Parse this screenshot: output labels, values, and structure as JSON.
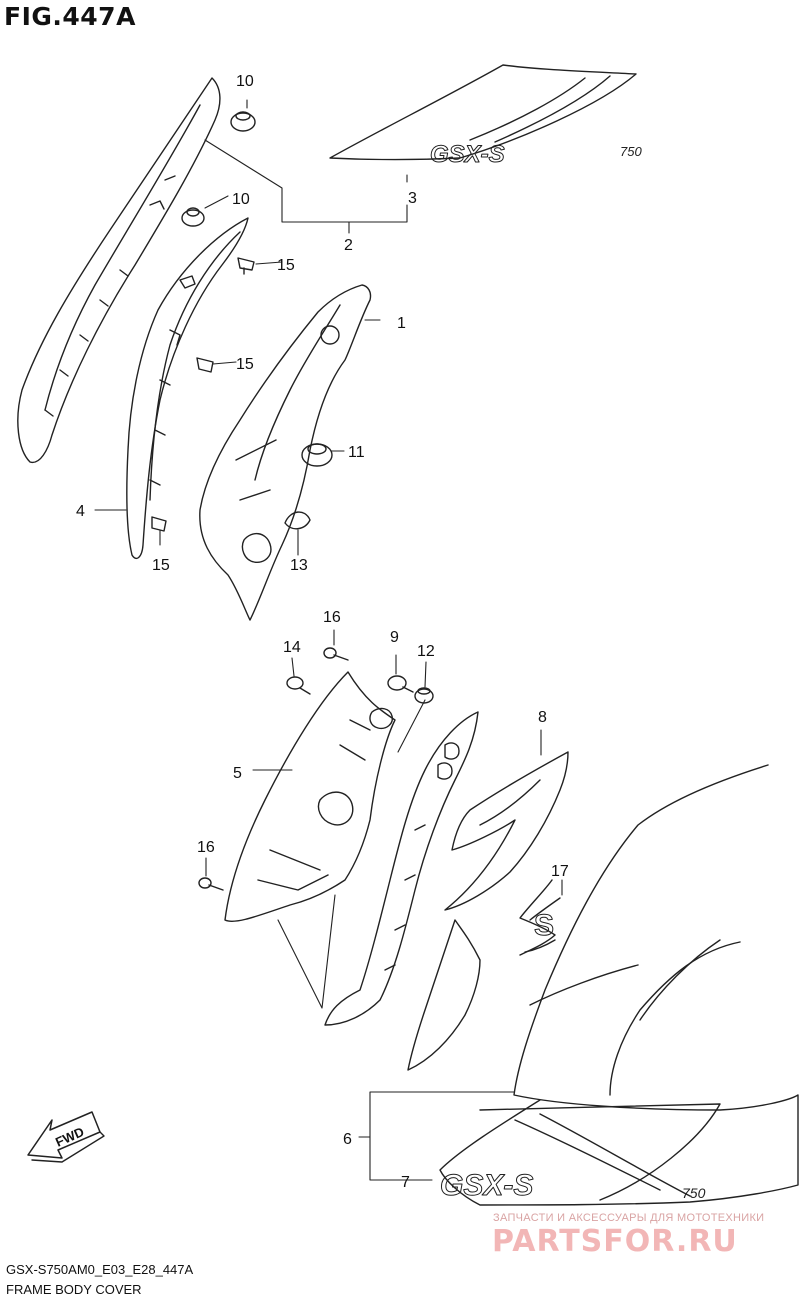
{
  "figure": {
    "title": "FIG.447A",
    "code": "GSX-S750AM0_E03_E28_447A",
    "caption": "FRAME BODY COVER"
  },
  "callouts": [
    "1",
    "2",
    "3",
    "4",
    "5",
    "6",
    "7",
    "8",
    "9",
    "10",
    "10",
    "11",
    "12",
    "13",
    "14",
    "15",
    "15",
    "15",
    "16",
    "16",
    "17"
  ],
  "decals": {
    "logo_text": "GSX-S",
    "model_number": "750",
    "emblem": "S"
  },
  "fwd_label": "FWD",
  "watermark": {
    "line": "ЗАПЧАСТИ И АКСЕССУАРЫ ДЛЯ МОТОТЕХНИКИ",
    "logo": "PARTSFOR.RU"
  }
}
